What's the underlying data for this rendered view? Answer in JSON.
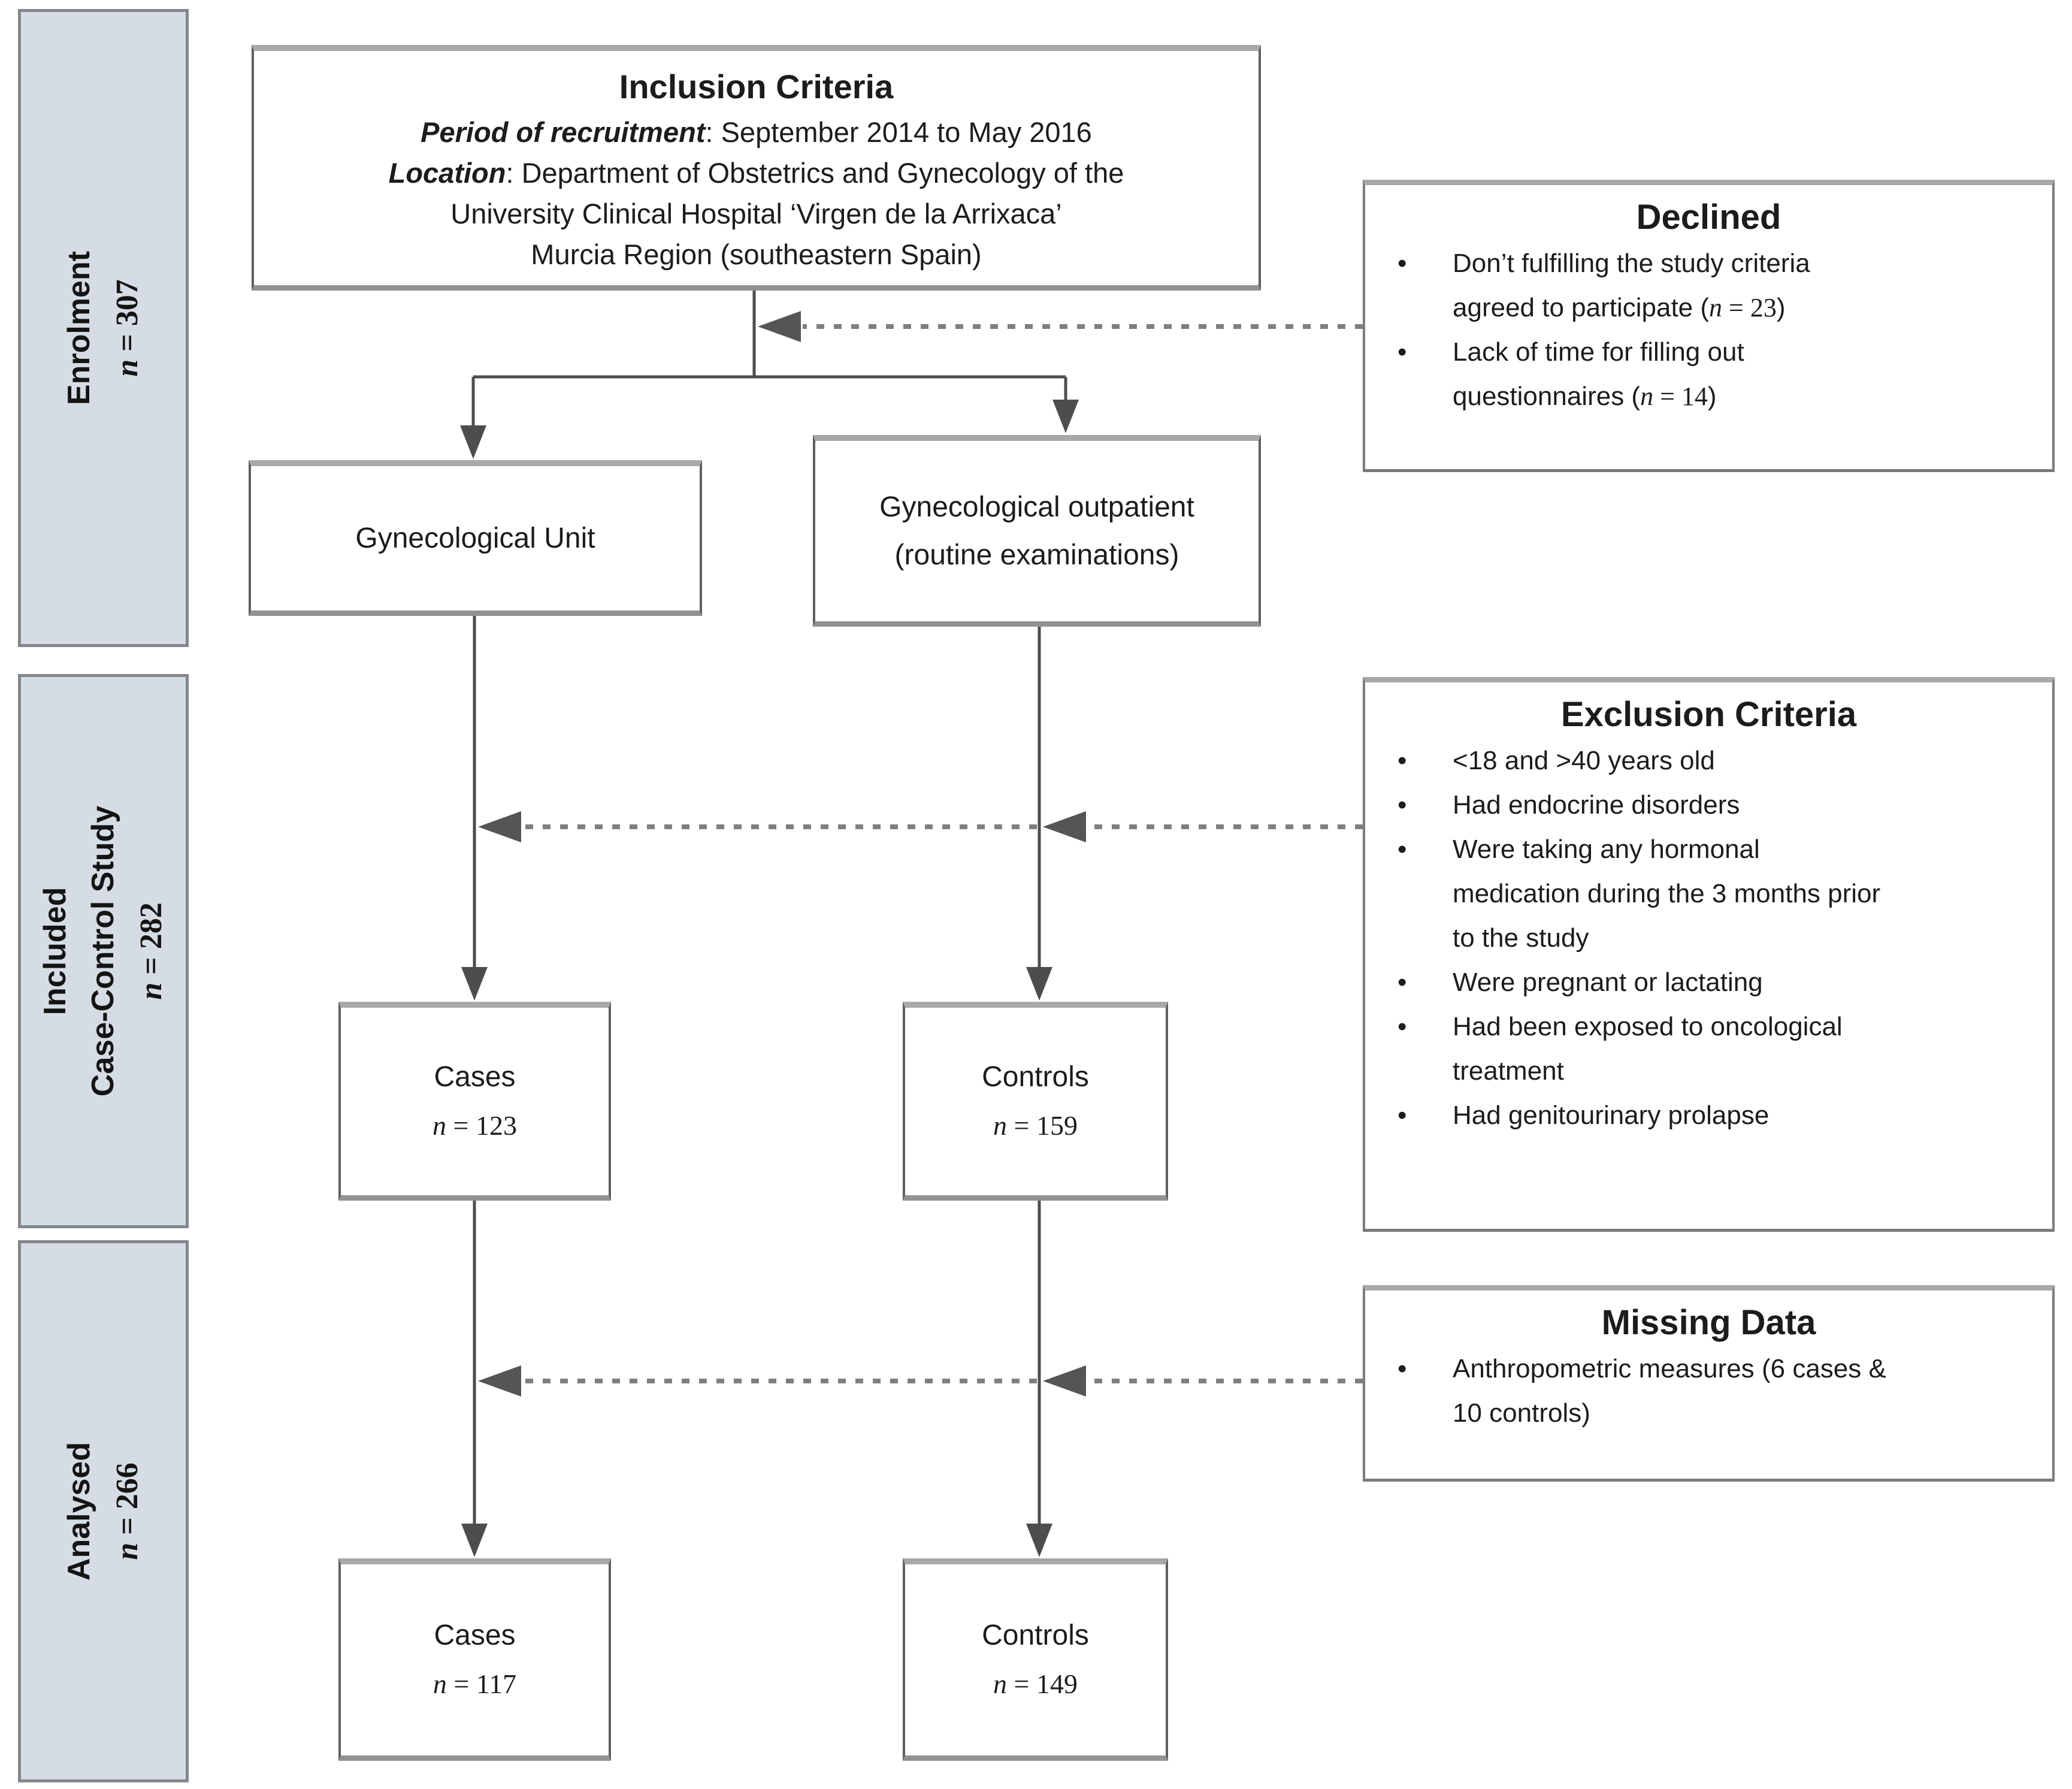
{
  "sidebar": {
    "items": [
      {
        "title_lines": [
          "Enrolment"
        ],
        "n_var": "n",
        "n_rest": " = 307"
      },
      {
        "title_lines": [
          "Included",
          "Case-Control Study"
        ],
        "n_var": "n",
        "n_rest": " = 282"
      },
      {
        "title_lines": [
          "Analysed"
        ],
        "n_var": "n",
        "n_rest": " = 266"
      }
    ]
  },
  "inclusion": {
    "title": "Inclusion Criteria",
    "period_label": "Period of recruitment",
    "period_text": ": September 2014 to May 2016",
    "location_label": "Location",
    "location_text": ": Department of Obstetrics and Gynecology of the",
    "line4": "University Clinical Hospital ‘Virgen de la Arrixaca’",
    "line5": "Murcia Region (southeastern Spain)"
  },
  "flow": {
    "gyn_unit": {
      "label": "Gynecological Unit"
    },
    "gyn_outpatient": {
      "label_lines": [
        "Gynecological outpatient",
        "(routine examinations)"
      ]
    },
    "cases_included": {
      "label": "Cases",
      "n_var": "n",
      "n_rest": " = 123"
    },
    "controls_included": {
      "label": "Controls",
      "n_var": "n",
      "n_rest": " = 159"
    },
    "cases_analysed": {
      "label": "Cases",
      "n_var": "n",
      "n_rest": " = 117"
    },
    "controls_analysed": {
      "label": "Controls",
      "n_var": "n",
      "n_rest": " = 149"
    }
  },
  "side_boxes": {
    "declined": {
      "title": "Declined",
      "bullets": [
        {
          "lines": [
            [
              {
                "t": "Don’t fulfilling the study criteria"
              }
            ],
            [
              {
                "t": "agreed to participate ("
              },
              {
                "v": "n"
              },
              {
                "m": " = 23"
              },
              {
                "t": ")"
              }
            ]
          ]
        },
        {
          "lines": [
            [
              {
                "t": "Lack of time for filling out"
              }
            ],
            [
              {
                "t": "questionnaires ("
              },
              {
                "v": "n"
              },
              {
                "m": " = 14"
              },
              {
                "t": ")"
              }
            ]
          ]
        }
      ]
    },
    "exclusion": {
      "title": "Exclusion Criteria",
      "bullets": [
        {
          "lines": [
            [
              {
                "t": "<18 and >40 years old"
              }
            ]
          ]
        },
        {
          "lines": [
            [
              {
                "t": "Had endocrine disorders"
              }
            ]
          ]
        },
        {
          "lines": [
            [
              {
                "t": "Were taking any hormonal"
              }
            ],
            [
              {
                "t": "medication during the 3 months prior"
              }
            ],
            [
              {
                "t": "to the study"
              }
            ]
          ]
        },
        {
          "lines": [
            [
              {
                "t": "Were pregnant or lactating"
              }
            ]
          ]
        },
        {
          "lines": [
            [
              {
                "t": "Had been exposed to oncological"
              }
            ],
            [
              {
                "t": "treatment"
              }
            ]
          ]
        },
        {
          "lines": [
            [
              {
                "t": "Had genitourinary prolapse"
              }
            ]
          ]
        }
      ]
    },
    "missing": {
      "title": "Missing Data",
      "bullets": [
        {
          "lines": [
            [
              {
                "t": "Anthropometric measures (6 cases &"
              }
            ],
            [
              {
                "t": "10 controls)"
              }
            ]
          ]
        }
      ]
    }
  },
  "misc": {
    "bullet_char": "•"
  },
  "colors": {
    "sidebar_fill": "#d6dce4",
    "sidebar_border": "#83878d",
    "box_border_dark": "#5e5e5e",
    "box_band_gray": "#a8a8a8",
    "solid_line": "#4d4d4d",
    "dashed_line": "#7f7f7f",
    "text": "#1c1c1c"
  }
}
